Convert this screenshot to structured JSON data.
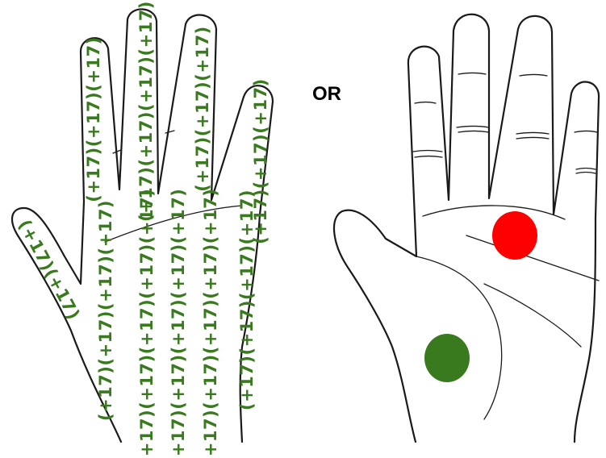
{
  "left_hand": {
    "repeated_mark": "(+17)",
    "mark_color": "#3a7a1f"
  },
  "separator": {
    "label": "OR"
  },
  "right_hand": {
    "spots": [
      {
        "name": "palm-spot",
        "color": "#ff0000"
      },
      {
        "name": "thumb-base-spot",
        "color": "#3a7a1f"
      }
    ]
  },
  "colors": {
    "outline": "#1a1a1a",
    "background": "#ffffff"
  }
}
